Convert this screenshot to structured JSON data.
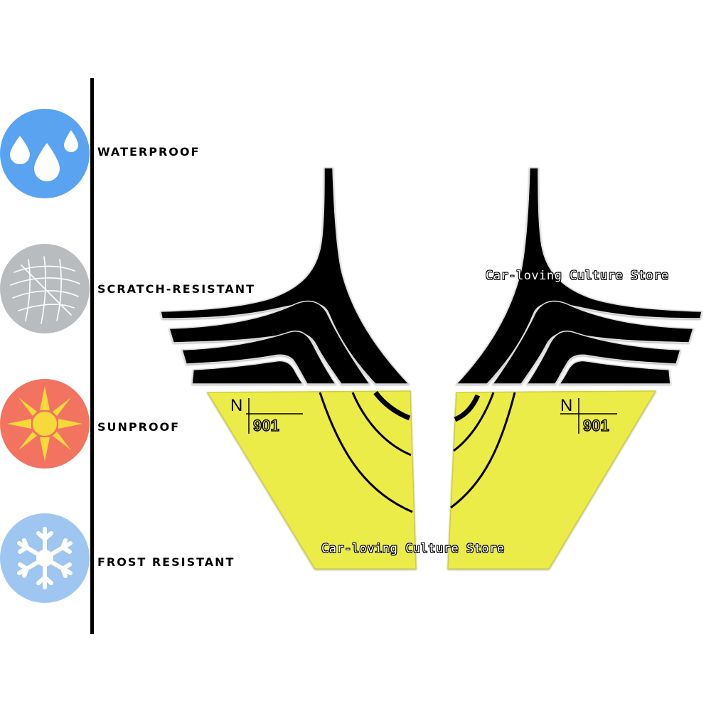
{
  "features": [
    {
      "label": "WATERPROOF",
      "icon": "water-drops-icon",
      "color": "#5aa3f0"
    },
    {
      "label": "SCRATCH-RESISTANT",
      "icon": "scratch-icon",
      "color": "#b9bcbf"
    },
    {
      "label": "SUNPROOF",
      "icon": "sun-icon",
      "color": "#f2735f"
    },
    {
      "label": "FROST RESISTANT",
      "icon": "snowflake-icon",
      "color": "#9ec6f0"
    }
  ],
  "sticker": {
    "logo_letter": "N",
    "logo_number": "901",
    "yellow": "#ecec4a",
    "black": "#000000"
  },
  "watermarks": [
    "Car-loving Culture Store",
    "Car-loving Culture Store"
  ]
}
